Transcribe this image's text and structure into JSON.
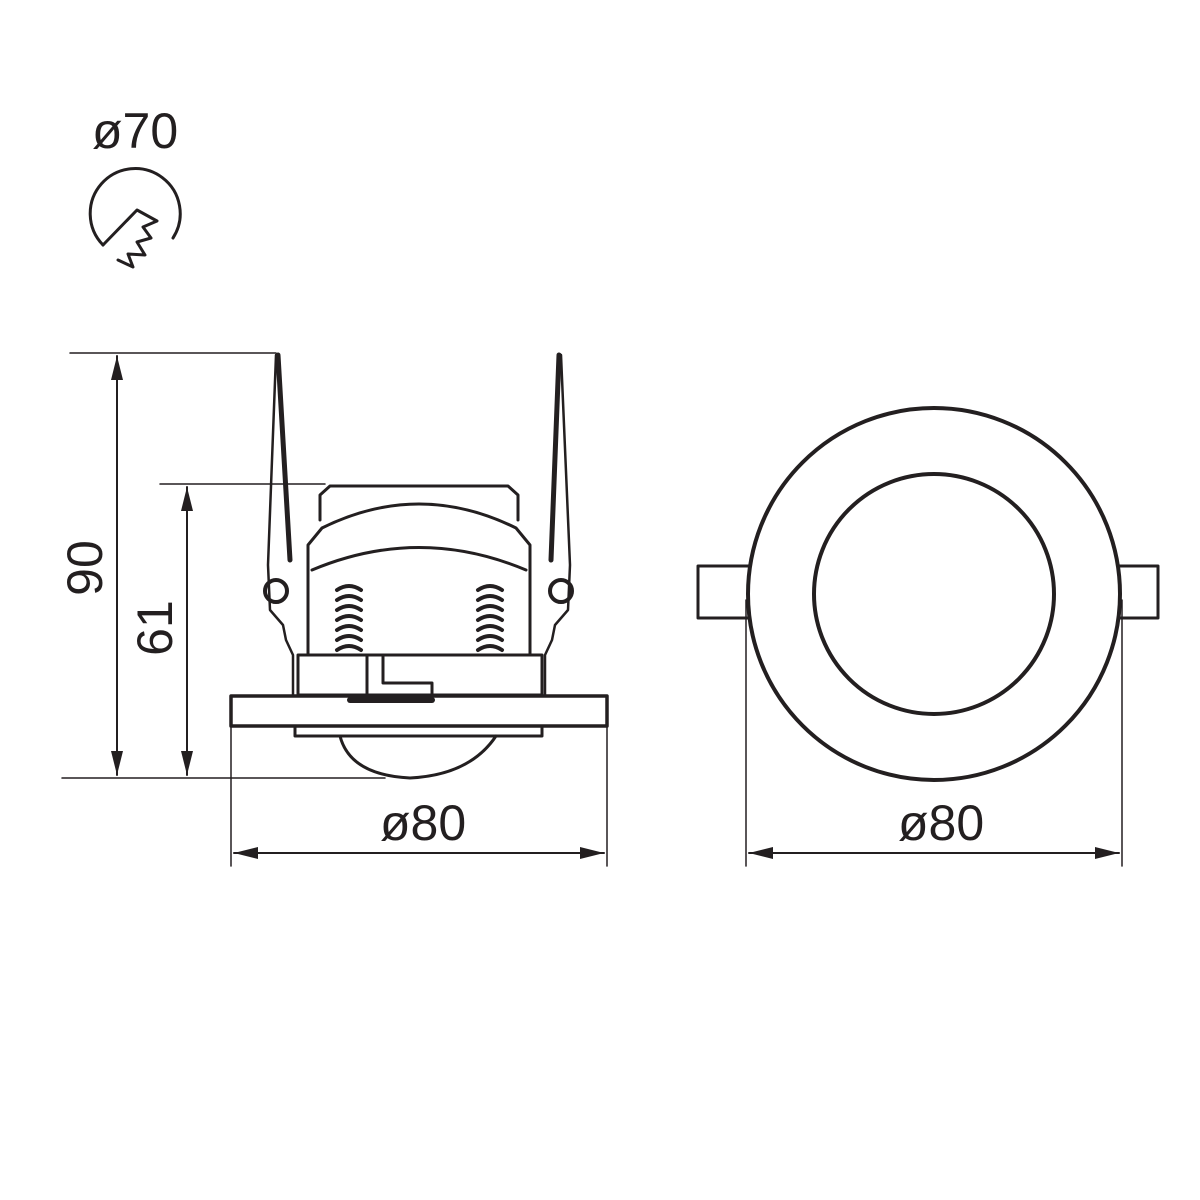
{
  "drawing": {
    "cutout_label": "ø70",
    "cutout_icon": "cutout-saw-icon",
    "side_view": {
      "height_total": "90",
      "height_body": "61",
      "diameter": "ø80"
    },
    "top_view": {
      "diameter": "ø80"
    },
    "line_color": "#231f20",
    "background": "#ffffff"
  }
}
